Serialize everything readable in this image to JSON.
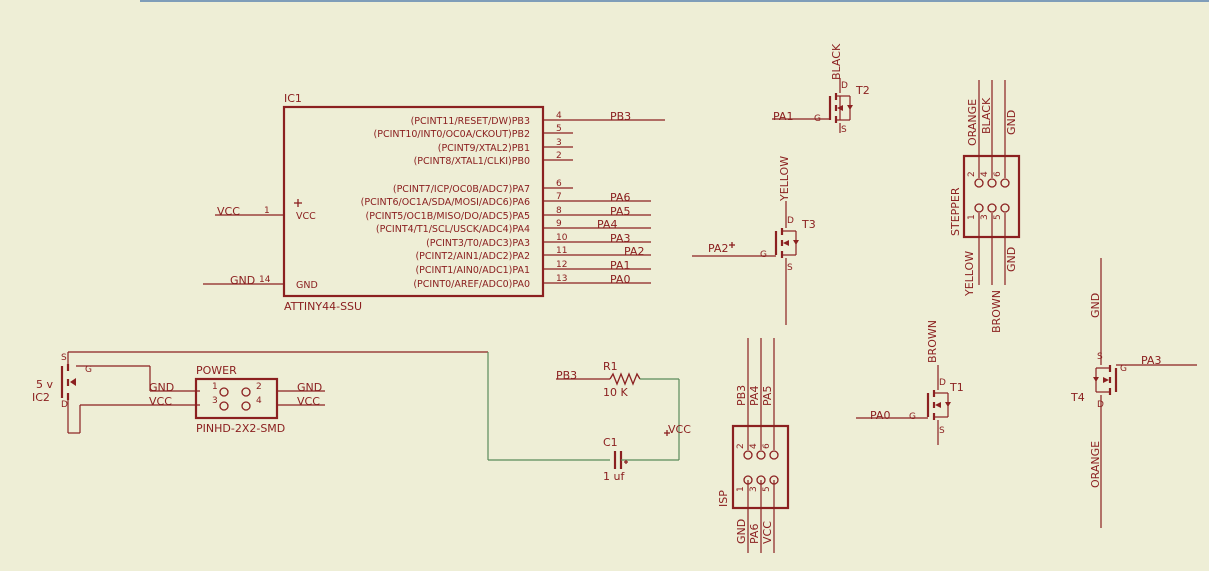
{
  "ic1": {
    "name": "IC1",
    "value": "ATTINY44-SSU",
    "pins_right": [
      {
        "label": "(PCINT11/RESET/DW)PB3",
        "num": "4",
        "net": "PB3"
      },
      {
        "label": "(PCINT10/INT0/OC0A/CKOUT)PB2",
        "num": "5",
        "net": ""
      },
      {
        "label": "(PCINT9/XTAL2)PB1",
        "num": "3",
        "net": ""
      },
      {
        "label": "(PCINT8/XTAL1/CLKI)PB0",
        "num": "2",
        "net": ""
      },
      {
        "label": "(PCINT7/ICP/OC0B/ADC7)PA7",
        "num": "6",
        "net": ""
      },
      {
        "label": "(PCINT6/OC1A/SDA/MOSI/ADC6)PA6",
        "num": "7",
        "net": "PA6"
      },
      {
        "label": "(PCINT5/OC1B/MISO/DO/ADC5)PA5",
        "num": "8",
        "net": "PA5"
      },
      {
        "label": "(PCINT4/T1/SCL/USCK/ADC4)PA4",
        "num": "9",
        "net": "PA4"
      },
      {
        "label": "(PCINT3/T0/ADC3)PA3",
        "num": "10",
        "net": "PA3"
      },
      {
        "label": "(PCINT2/AIN1/ADC2)PA2",
        "num": "11",
        "net": "PA2"
      },
      {
        "label": "(PCINT1/AIN0/ADC1)PA1",
        "num": "12",
        "net": "PA1"
      },
      {
        "label": "(PCINT0/AREF/ADC0)PA0",
        "num": "13",
        "net": "PA0"
      }
    ],
    "vcc_pin": {
      "label": "VCC",
      "num": "1",
      "net": "VCC"
    },
    "gnd_pin": {
      "label": "GND",
      "num": "14",
      "net": "GND"
    }
  },
  "ic2": {
    "name": "IC2",
    "value": "5 v",
    "pin_s": "S",
    "pin_g": "G",
    "pin_d": "D"
  },
  "power": {
    "name": "POWER",
    "value": "PINHD-2X2-SMD",
    "pins": [
      "1",
      "2",
      "3",
      "4"
    ],
    "net_gnd_left": "GND",
    "net_vcc_left": "VCC",
    "net_gnd_right": "GND",
    "net_vcc_right": "VCC"
  },
  "r1": {
    "name": "R1",
    "value": "10 K",
    "net_left": "PB3"
  },
  "c1": {
    "name": "C1",
    "value": "1 uf",
    "net_vcc": "VCC"
  },
  "isp": {
    "name": "ISP",
    "pins": [
      "2",
      "4",
      "6",
      "1",
      "3",
      "5"
    ],
    "top_nets": [
      "PB3",
      "PA4",
      "PA5"
    ],
    "bottom_nets": [
      "GND",
      "PA6",
      "VCC"
    ]
  },
  "stepper": {
    "name": "STEPPER",
    "pins": [
      "2",
      "4",
      "6",
      "1",
      "3",
      "5"
    ],
    "top_nets": [
      "ORANGE",
      "BLACK",
      "GND"
    ],
    "bottom_nets": [
      "YELLOW",
      "BROWN",
      "GND"
    ]
  },
  "t1": {
    "name": "T1",
    "gate_net": "PA0",
    "drain_net": "BROWN"
  },
  "t2": {
    "name": "T2",
    "gate_net": "PA1",
    "drain_net": "BLACK"
  },
  "t3": {
    "name": "T3",
    "gate_net": "PA2",
    "drain_net": "YELLOW"
  },
  "t4": {
    "name": "T4",
    "gate_net": "PA3",
    "top_net": "GND",
    "bottom_net": "ORANGE"
  },
  "fet_pins": {
    "g": "G",
    "d": "D",
    "s": "S"
  }
}
